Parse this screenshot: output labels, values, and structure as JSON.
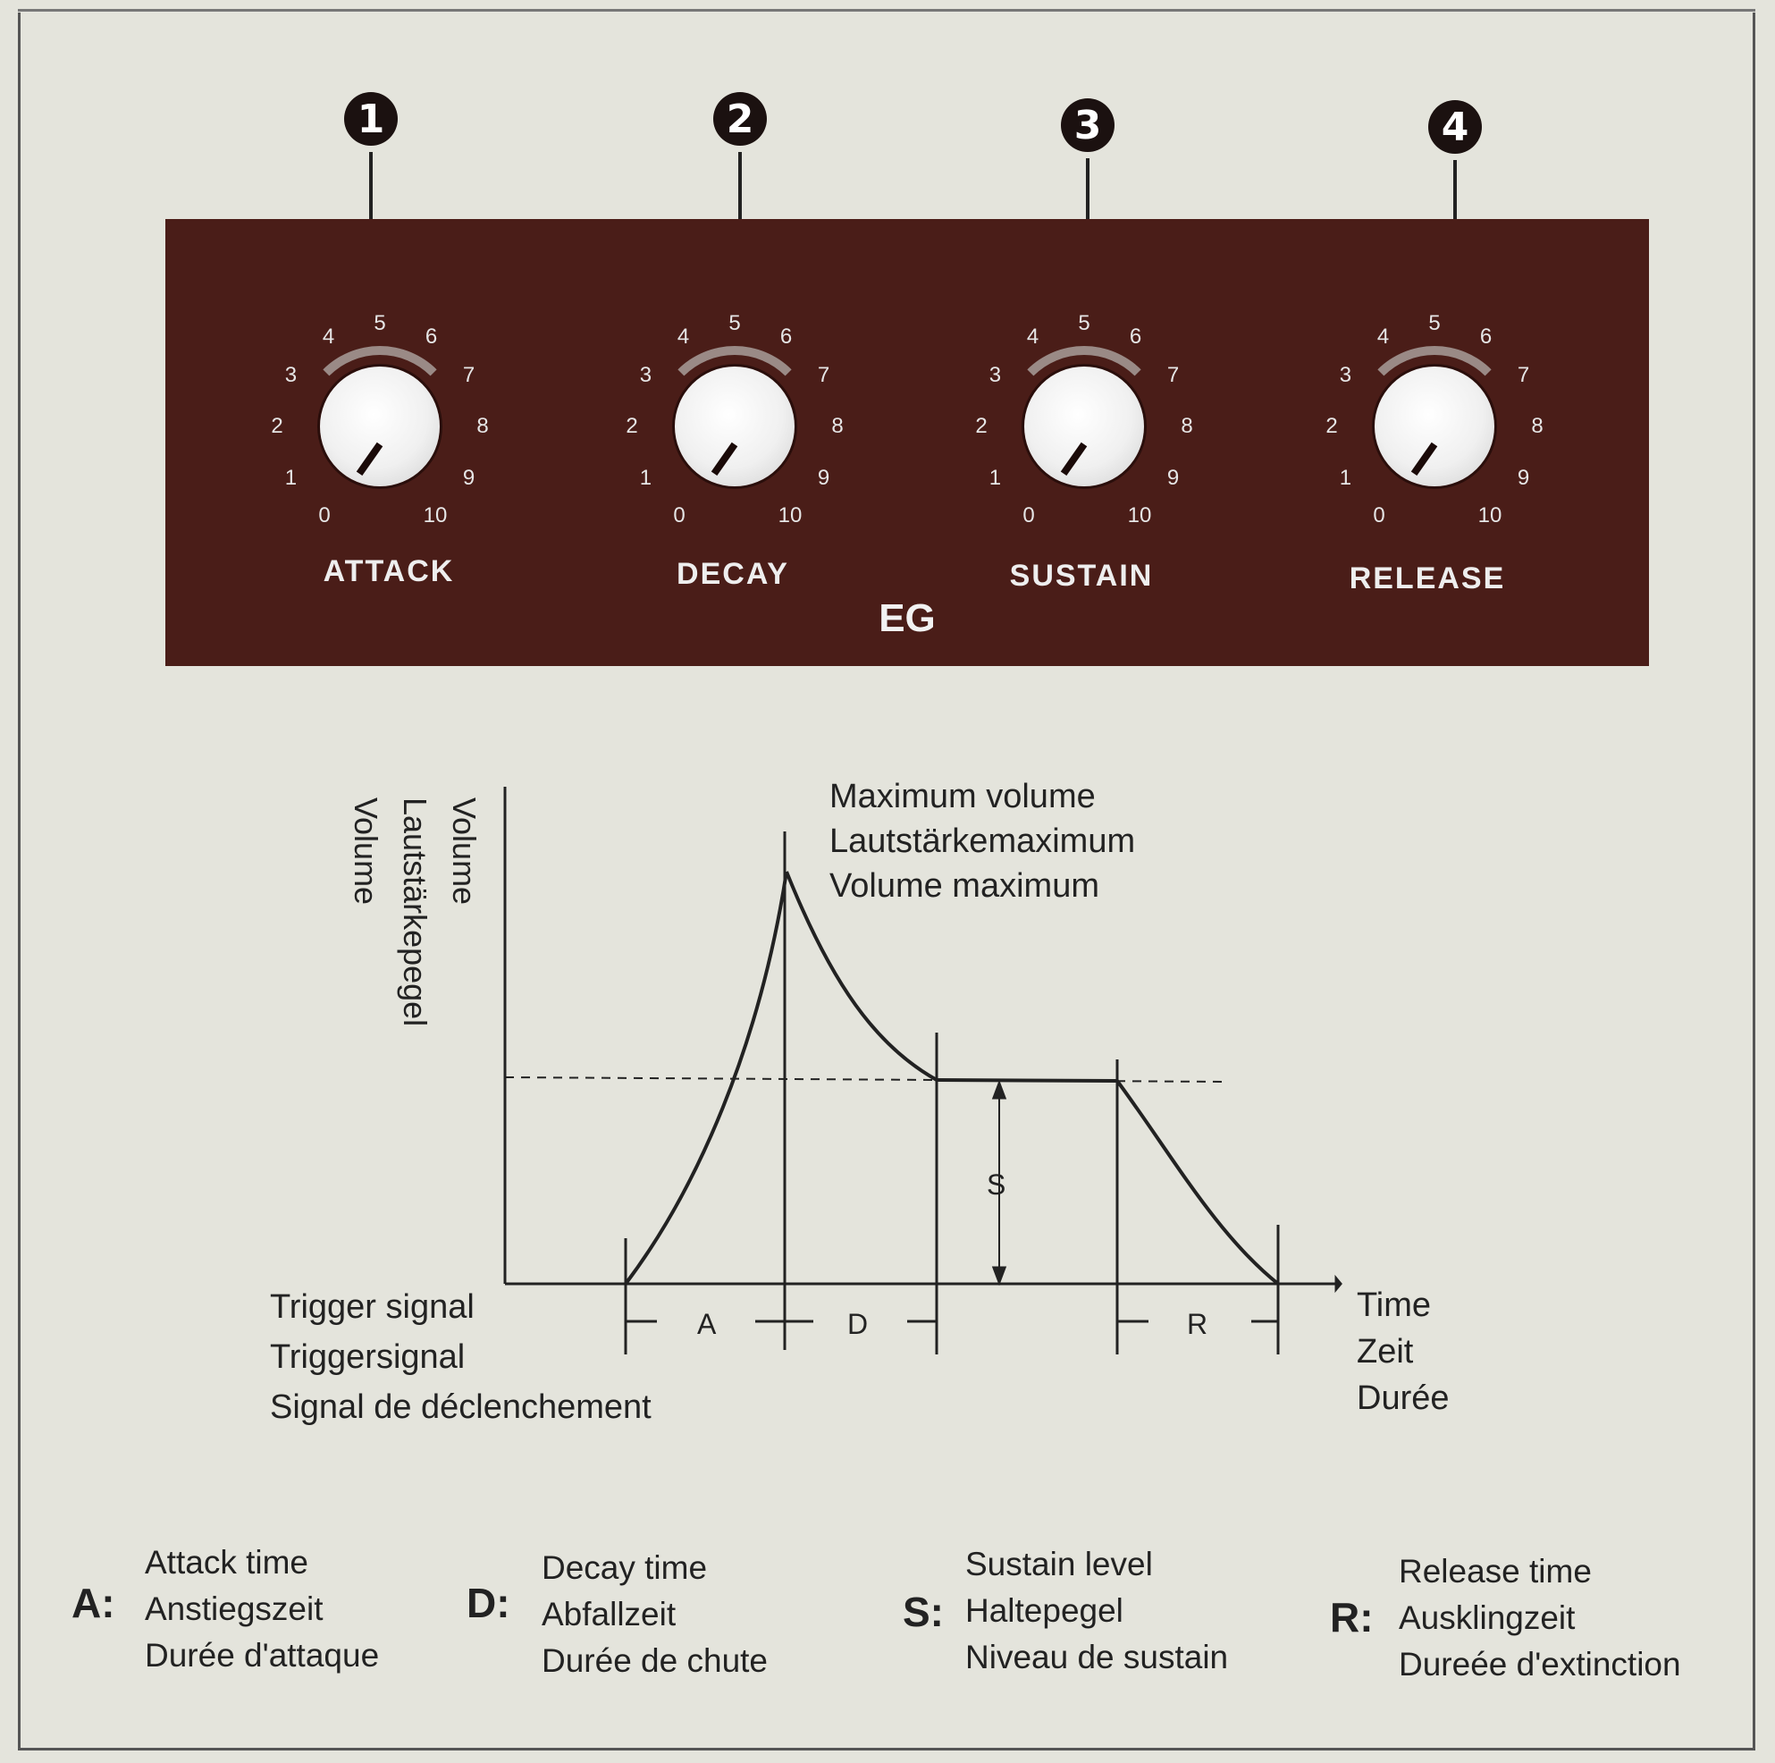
{
  "callouts": [
    "1",
    "2",
    "3",
    "4"
  ],
  "panel": {
    "knobs": [
      {
        "label": "ATTACK",
        "scale": [
          "0",
          "1",
          "2",
          "3",
          "4",
          "5",
          "6",
          "7",
          "8",
          "9",
          "10"
        ]
      },
      {
        "label": "DECAY",
        "scale": [
          "0",
          "1",
          "2",
          "3",
          "4",
          "5",
          "6",
          "7",
          "8",
          "9",
          "10"
        ]
      },
      {
        "label": "SUSTAIN",
        "scale": [
          "0",
          "1",
          "2",
          "3",
          "4",
          "5",
          "6",
          "7",
          "8",
          "9",
          "10"
        ]
      },
      {
        "label": "RELEASE",
        "scale": [
          "0",
          "1",
          "2",
          "3",
          "4",
          "5",
          "6",
          "7",
          "8",
          "9",
          "10"
        ]
      }
    ],
    "section_label": "EG"
  },
  "diagram": {
    "y_axis_labels": [
      "Volume",
      "Lautstärkepegel",
      "Volume"
    ],
    "peak_labels": [
      "Maximum volume",
      "Lautstärkemaximum",
      "Volume maximum"
    ],
    "trigger_labels": [
      "Trigger signal",
      "Triggersignal",
      "Signal de déclenchement"
    ],
    "time_labels": [
      "Time",
      "Zeit",
      "Durée"
    ],
    "segment_labels": {
      "attack": "A",
      "decay": "D",
      "sustain": "S",
      "release": "R"
    }
  },
  "legend": [
    {
      "letter": "A:",
      "lines": [
        "Attack time",
        "Anstiegszeit",
        "Durée d'attaque"
      ]
    },
    {
      "letter": "D:",
      "lines": [
        "Decay time",
        "Abfallzeit",
        "Durée de chute"
      ]
    },
    {
      "letter": "S:",
      "lines": [
        "Sustain level",
        "Haltepegel",
        "Niveau de sustain"
      ]
    },
    {
      "letter": "R:",
      "lines": [
        "Release time",
        "Ausklingzeit",
        "Dureée d'extinction"
      ]
    }
  ],
  "colors": {
    "panel": "#4a1d18",
    "background": "#e4e4dc",
    "ink": "#222222"
  }
}
